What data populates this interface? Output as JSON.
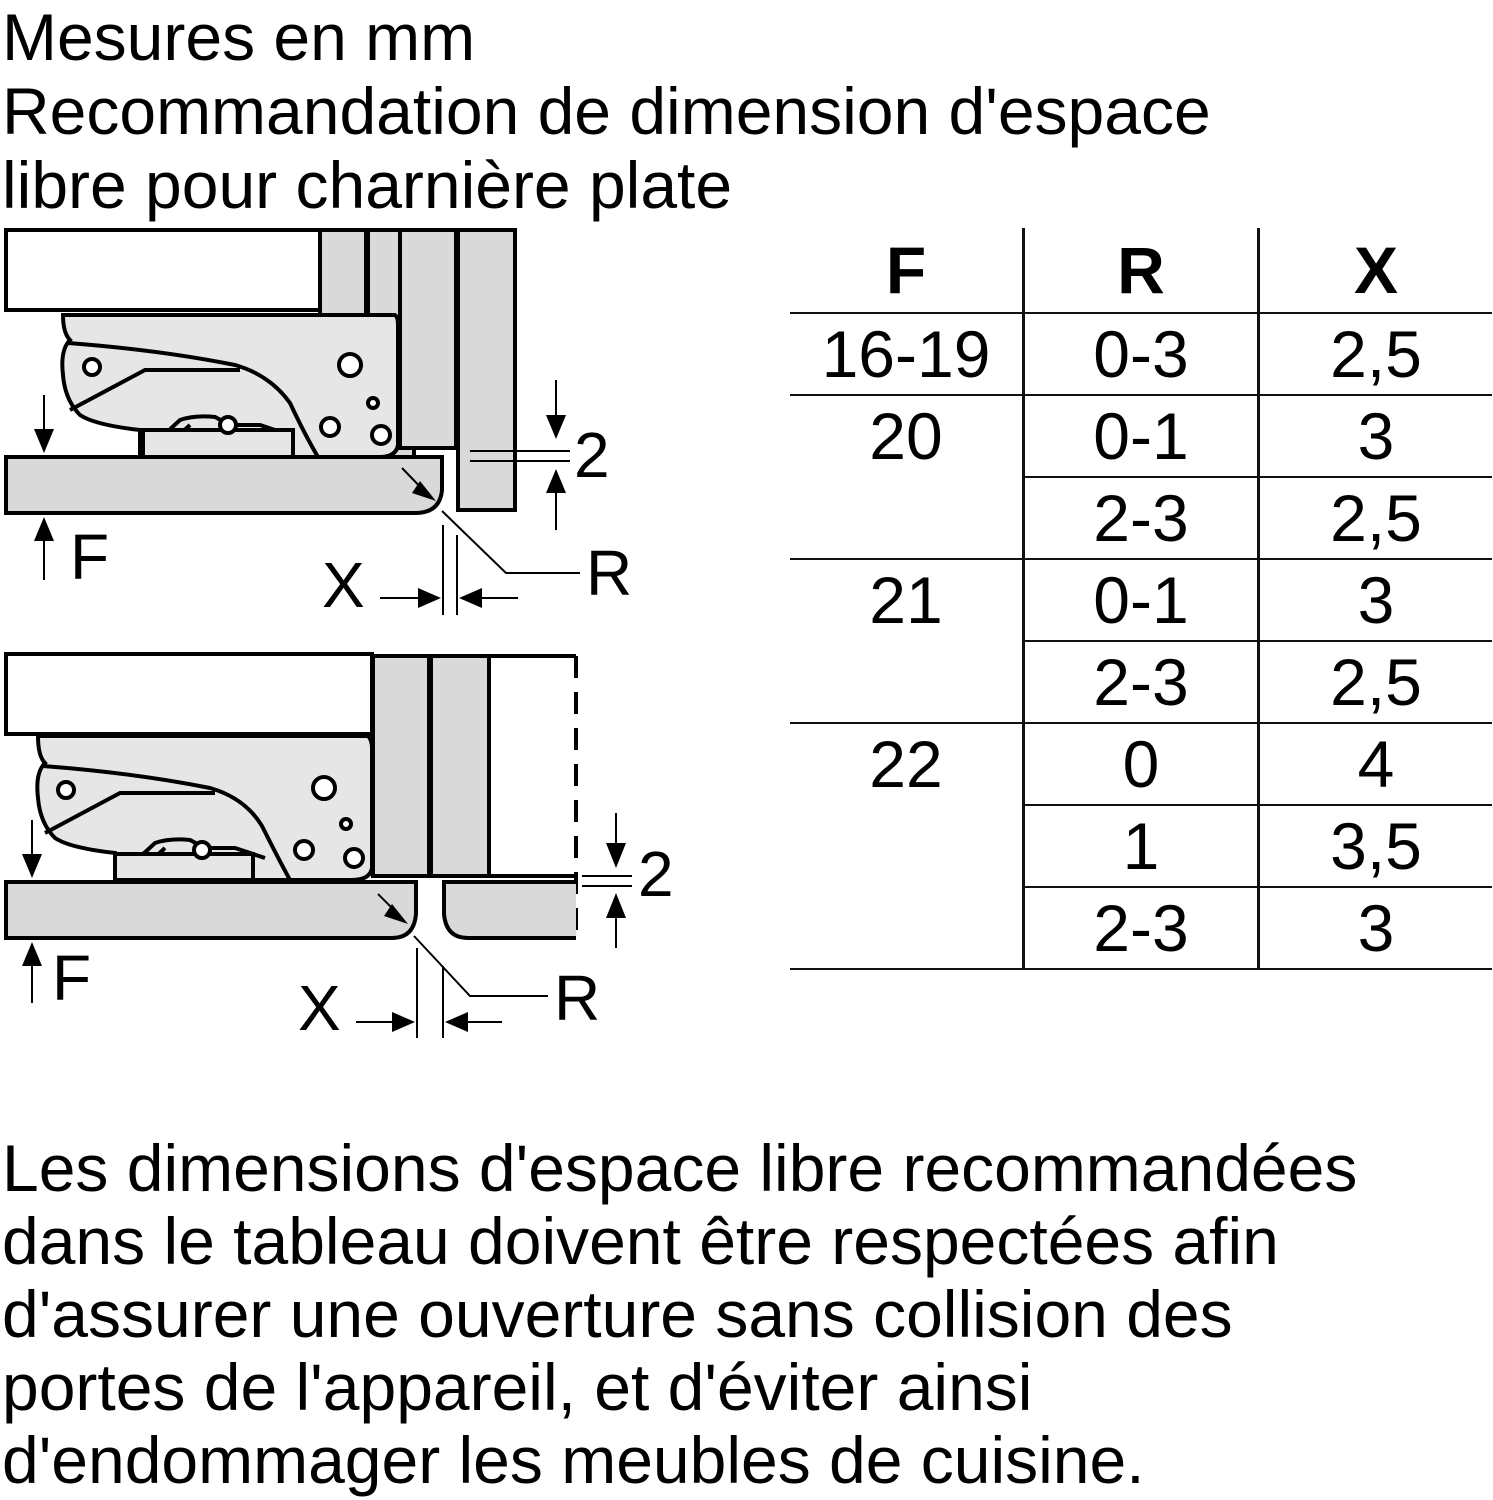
{
  "title": {
    "lines": [
      "Mesures en mm",
      "Recommandation de dimension d'espace",
      "libre pour charnière plate"
    ]
  },
  "diagrams": [
    {
      "name": "hinge-diagram-1",
      "labels": {
        "F": "F",
        "R": "R",
        "X": "X",
        "gap": "2"
      }
    },
    {
      "name": "hinge-diagram-2",
      "labels": {
        "F": "F",
        "R": "R",
        "X": "X",
        "gap": "2"
      }
    }
  ],
  "table": {
    "headers": [
      "F",
      "R",
      "X"
    ],
    "groups": [
      {
        "F": "16-19",
        "rows": [
          {
            "R": "0-3",
            "X": "2,5"
          }
        ]
      },
      {
        "F": "20",
        "rows": [
          {
            "R": "0-1",
            "X": "3"
          },
          {
            "R": "2-3",
            "X": "2,5"
          }
        ]
      },
      {
        "F": "21",
        "rows": [
          {
            "R": "0-1",
            "X": "3"
          },
          {
            "R": "2-3",
            "X": "2,5"
          }
        ]
      },
      {
        "F": "22",
        "rows": [
          {
            "R": "0",
            "X": "4"
          },
          {
            "R": "1",
            "X": "3,5"
          },
          {
            "R": "2-3",
            "X": "3"
          }
        ]
      }
    ]
  },
  "note": {
    "lines": [
      "Les dimensions d'espace libre recommandées",
      "dans le tableau doivent être respectées afin",
      "d'assurer une ouverture sans collision des",
      "portes de l'appareil, et d'éviter ainsi",
      "d'endommager les meubles de cuisine."
    ]
  },
  "colors": {
    "panel_fill": "#d9d9d9",
    "hinge_fill": "#e6e6e6",
    "stroke": "#000000"
  }
}
